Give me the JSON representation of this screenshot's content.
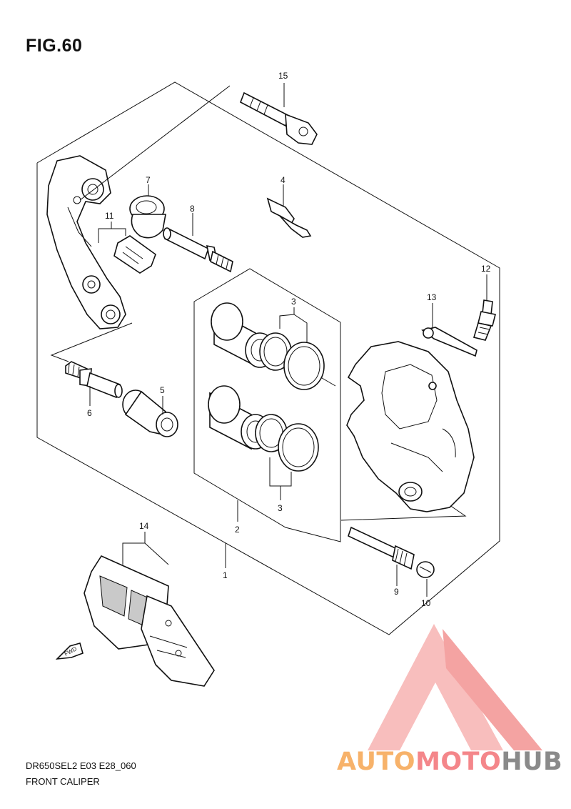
{
  "figure": {
    "title": "FIG.60",
    "model_code": "DR650SEL2 E03 E28_060",
    "section_name": "FRONT CALIPER"
  },
  "callouts": {
    "p1": "1",
    "p2": "2",
    "p3a": "3",
    "p3b": "3",
    "p4": "4",
    "p5": "5",
    "p6": "6",
    "p7": "7",
    "p8": "8",
    "p9": "9",
    "p10": "10",
    "p11": "11",
    "p12": "12",
    "p13": "13",
    "p14": "14",
    "p15": "15"
  },
  "fwd_arrow": {
    "label": "FWD"
  },
  "watermark": {
    "part1": "AUTO",
    "part2": "MOTO",
    "part3": "HUB",
    "colors": {
      "auto": "#f7b26a",
      "moto": "#f4868a",
      "hub": "#8a8a8a",
      "triangle": "#f6a09f"
    }
  }
}
